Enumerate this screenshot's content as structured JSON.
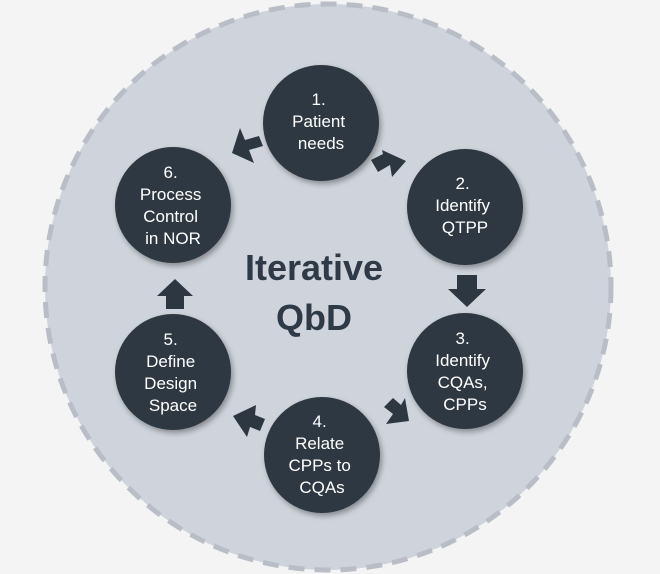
{
  "diagram": {
    "center": {
      "line1": "Iterative",
      "line2": "QbD"
    },
    "steps": [
      {
        "id": "patient-needs",
        "lines": [
          "1.",
          "Patient",
          "needs"
        ]
      },
      {
        "id": "identify-qtpp",
        "lines": [
          "2.",
          "Identify",
          "QTPP"
        ]
      },
      {
        "id": "identify-cqas-cpps",
        "lines": [
          "3.",
          "Identify",
          "CQAs,",
          "CPPs"
        ]
      },
      {
        "id": "relate-cpps-to-cqas",
        "lines": [
          "4.",
          "Relate",
          "CPPs to",
          "CQAs"
        ]
      },
      {
        "id": "define-design-space",
        "lines": [
          "5.",
          "Define",
          "Design",
          "Space"
        ]
      },
      {
        "id": "process-control-in-nor",
        "lines": [
          "6.",
          "Process",
          "Control",
          "in NOR"
        ]
      }
    ],
    "colors": {
      "background": "#f4f4f4",
      "outer_circle": "#cfd4dc",
      "outer_dash": "#b9bec6",
      "node_fill": "#2d3742",
      "arrow_fill": "#2d3742",
      "node_text": "#ffffff",
      "center_text": "#2e3a47"
    }
  }
}
